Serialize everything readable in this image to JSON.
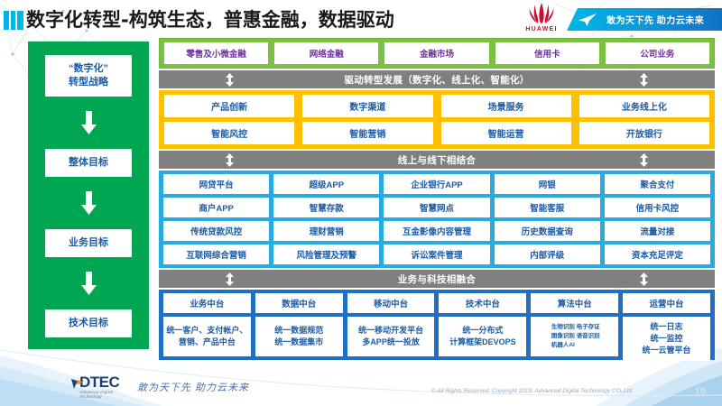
{
  "header": {
    "title": "数字化转型-构筑生态，普惠金融，数据驱动",
    "huawei_wordmark": "HUAWEI",
    "banner_text": "敢为天下先 助力云未来",
    "accent_color": "#00b6e3"
  },
  "strategy": {
    "panel_color": "#00a651",
    "items": [
      {
        "label": "“数字化”\n转型战略"
      },
      {
        "label": "整体目标"
      },
      {
        "label": "业务目标"
      },
      {
        "label": "技术目标"
      }
    ]
  },
  "business_lines": {
    "band_color": "#7ac143",
    "text_color": "#7030a0",
    "items": [
      "零售及小微金融",
      "网络金融",
      "金融市场",
      "信用卡",
      "公司业务"
    ]
  },
  "bars": {
    "drive": "驱动转型发展（数字化、线上化、智能化）",
    "online_offline": "线上与线下相结合",
    "business_tech": "业务与科技相融合",
    "color": "#808080"
  },
  "overall_goals": {
    "panel_color": "#ffc000",
    "rows": [
      [
        "产品创新",
        "数字渠道",
        "场景服务",
        "业务线上化"
      ],
      [
        "智能风控",
        "智能营销",
        "智能运营",
        "开放银行"
      ]
    ]
  },
  "business_goals": {
    "panel_color": "#29abe2",
    "rows": [
      [
        "网贷平台",
        "超级APP",
        "企业银行APP",
        "网银",
        "聚合支付"
      ],
      [
        "商户APP",
        "智慧存款",
        "智慧网点",
        "智能客服",
        "信用卡风控"
      ],
      [
        "传统贷款风控",
        "理财营销",
        "互金影像内容管理",
        "历史数据查询",
        "流量对接"
      ],
      [
        "互联网综合营销",
        "风险管理及预警",
        "诉讼案件管理",
        "内部评级",
        "资本充足评定"
      ]
    ]
  },
  "tech_goals": {
    "panel_color": "#1f6fc4",
    "columns": [
      {
        "head": "业务中台",
        "body": "统一客户、支付帐户、营销、产品中台",
        "small": false
      },
      {
        "head": "数据中台",
        "body": "统一数据规范\n统一数据集市",
        "small": false
      },
      {
        "head": "移动中台",
        "body": "统一移动开发平台\n多APP统一投放",
        "small": false
      },
      {
        "head": "技术中台",
        "body": "统一分布式\n计算框架DEVOPS",
        "small": false
      },
      {
        "head": "算法中台",
        "body": "生物识别 电子存证\n图像识别 语音识别\n机器人AI",
        "small": true
      },
      {
        "head": "运营中台",
        "body": "统一日志\n统一监控\n统一云管平台",
        "small": false
      }
    ]
  },
  "footer": {
    "logo_word": "DTEC",
    "logo_sub": "Advanced Digital Technology",
    "slogan": "敢为天下先   助力云未来",
    "copyright": "© All Rights Reserved. Copyright 2019, Advanced Digital Technology CO.,Ltd",
    "page_number": "10"
  }
}
